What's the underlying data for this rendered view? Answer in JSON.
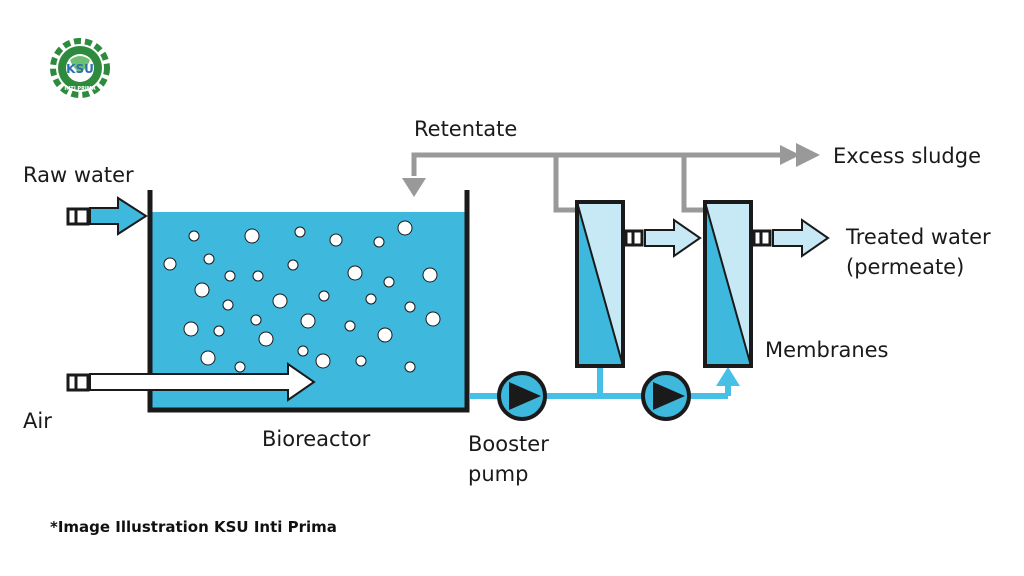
{
  "colors": {
    "water": "#3fb8dd",
    "membrane_light": "#c7e9f6",
    "pipe_blue": "#47c0e8",
    "retentate_gray": "#999999",
    "outline": "#1a1a1a",
    "logo_green": "#2e8b3e"
  },
  "logo": {
    "text": "KSU",
    "ring_text": "INTI PRIMA",
    "icon": "gear-logo-icon"
  },
  "labels": {
    "retentate": "Retentate",
    "excess_sludge": "Excess sludge",
    "raw_water": "Raw water",
    "treated_water_line1": "Treated water",
    "treated_water_line2": "(permeate)",
    "membranes": "Membranes",
    "air": "Air",
    "bioreactor": "Bioreactor",
    "booster_line1": "Booster",
    "booster_line2": "pump"
  },
  "caption": "*Image Illustration KSU Inti Prima"
}
